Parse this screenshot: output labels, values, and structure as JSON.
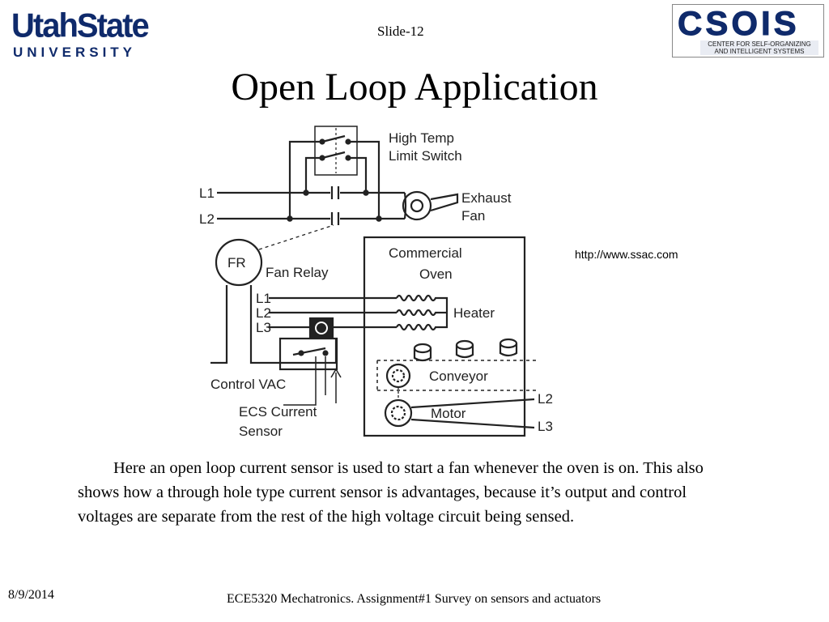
{
  "header": {
    "logo_left_line1": "UtahState",
    "logo_left_line2": "UNIVERSITY",
    "slide_number": "Slide-12",
    "logo_right_mark": "CSOIS",
    "logo_right_sub_line1": "CENTER FOR SELF-ORGANIZING",
    "logo_right_sub_line2": "AND INTELLIGENT SYSTEMS"
  },
  "title": "Open Loop Application",
  "diagram": {
    "labels": {
      "high_temp": "High Temp",
      "limit_switch": "Limit Switch",
      "l1": "L1",
      "l2": "L2",
      "l3": "L3",
      "exhaust": "Exhaust",
      "fan": "Fan",
      "fr": "FR",
      "fan_relay": "Fan Relay",
      "commercial": "Commercial",
      "oven": "Oven",
      "heater": "Heater",
      "conveyor": "Conveyor",
      "motor": "Motor",
      "control_vac": "Control VAC",
      "ecs_current": "ECS Current",
      "sensor": "Sensor"
    }
  },
  "source_url": "http://www.ssac.com",
  "caption": "Here an open loop current sensor is used to start a fan whenever the oven is on. This also shows how a through hole type current sensor is advantages, because it’s output and control voltages are separate from the rest of the high voltage circuit being sensed.",
  "footer": {
    "date": "8/9/2014",
    "course": "ECE5320 Mechatronics. Assignment#1 Survey on sensors and actuators"
  },
  "colors": {
    "brand_blue": "#0f2a6b"
  }
}
